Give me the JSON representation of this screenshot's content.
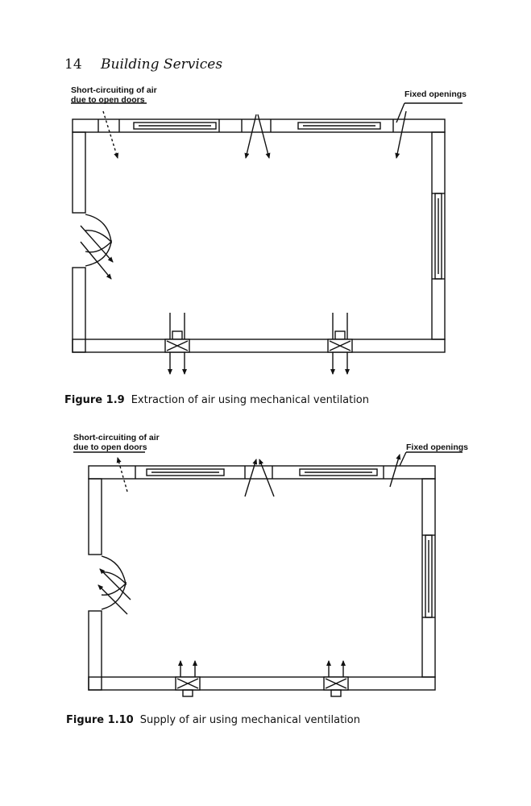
{
  "header": {
    "page_number": "14",
    "title": "Building Services"
  },
  "figures": [
    {
      "number": "Figure 1.9",
      "caption": "Extraction of air using mechanical ventilation",
      "label_short_circuit": [
        "Short-circuiting of air",
        "due to open doors"
      ],
      "label_fixed": "Fixed openings",
      "airflow": "extraction"
    },
    {
      "number": "Figure 1.10",
      "caption": "Supply of air using mechanical ventilation",
      "label_short_circuit": [
        "Short-circuiting of air",
        "due to open doors"
      ],
      "label_fixed": "Fixed openings",
      "airflow": "supply"
    }
  ]
}
